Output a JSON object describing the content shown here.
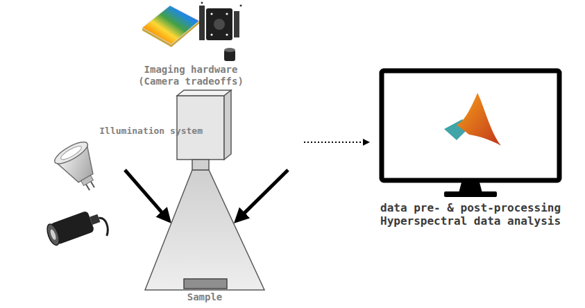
{
  "diagram": {
    "nodes": [
      {
        "text": [
          "Illumination system"
        ]
      },
      {
        "text": [
          "Imaging hardware (Camera tradeoffs)"
        ]
      },
      {
        "text": [
          "Sample"
        ]
      },
      {
        "text": [
          "data pre- & post-processing",
          "Hyperspectral data analysis"
        ]
      }
    ],
    "edges": [
      {
        "from": 0,
        "to": 2,
        "arrow": "to"
      },
      {
        "from": 2,
        "to": 3,
        "arrow": "to"
      }
    ]
  }
}
